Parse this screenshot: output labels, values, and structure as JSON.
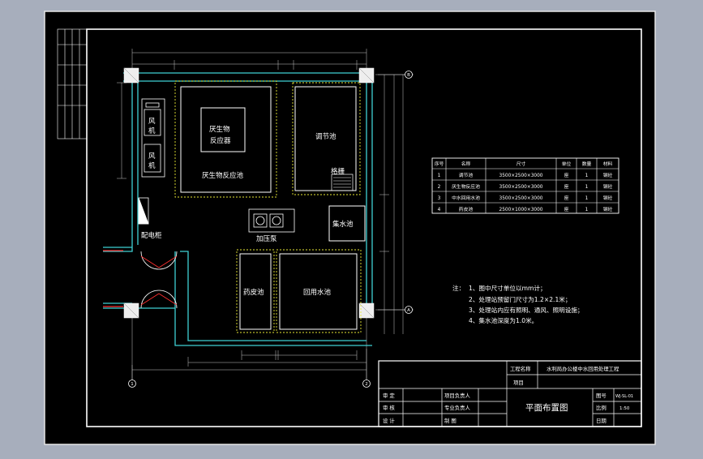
{
  "drawing": {
    "rooms": {
      "anaerobic_label_1": "厌生物",
      "anaerobic_label_2": "反应器",
      "anaerobic_pool": "厌生物反应池",
      "regulating": "调节池",
      "grille": "格栅",
      "fan_1_a": "风",
      "fan_1_b": "机",
      "fan_2_a": "风",
      "fan_2_b": "机",
      "cabinet": "配电柜",
      "pressurizer": "加压泵",
      "collect": "集水池",
      "sludge": "药皮池",
      "reuse": "回用水池"
    },
    "axis_markers": {
      "right_top": "B",
      "right_bottom": "A",
      "bottom_left": "1",
      "bottom_right": "2"
    }
  },
  "schedule": {
    "headers": [
      "序号",
      "名称",
      "尺寸",
      "单位",
      "数量",
      "材料"
    ],
    "rows": [
      [
        "1",
        "调节池",
        "3500×2500×3000",
        "座",
        "1",
        "钢砼"
      ],
      [
        "2",
        "厌生物反应池",
        "3500×2500×3000",
        "座",
        "1",
        "钢砼"
      ],
      [
        "3",
        "中水回用水池",
        "3500×2500×3000",
        "座",
        "1",
        "钢砼"
      ],
      [
        "4",
        "药皮池",
        "2500×1000×3000",
        "座",
        "1",
        "钢砼"
      ]
    ]
  },
  "notes": {
    "label": "注：",
    "lines": [
      "1、图中尺寸单位以mm计；",
      "2、处理站预留门尺寸为1.2×2.1米；",
      "3、处理站内应有照明、通风、照明设施；",
      "4、集水池深度为1.0米。"
    ]
  },
  "title_block": {
    "project_label": "工程名称",
    "project_name": "水利局办公楼中水回用处理工程",
    "item_label": "项目",
    "drawing_title": "平面布置图",
    "left_labels": [
      "审  定",
      "审  核",
      "设  计"
    ],
    "mid_labels": [
      "项目负责人",
      "专业负责人",
      "制  图"
    ],
    "sheet_no_label": "图号",
    "sheet_no": "WJ-SL-01",
    "scale_label": "比例",
    "scale": "1:50",
    "date_label": "日期"
  }
}
